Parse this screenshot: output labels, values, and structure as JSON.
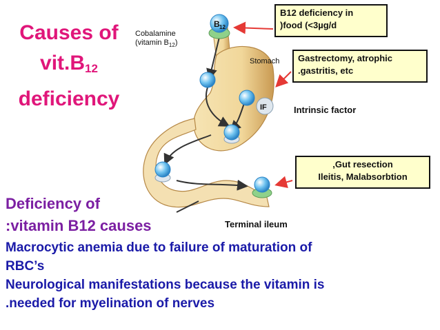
{
  "title": {
    "line1": "Causes of",
    "line2_main": "vit.B",
    "line2_sub": "12",
    "line3": "deficiency"
  },
  "diagram": {
    "cobalamine_label_1": "Cobalamine",
    "cobalamine_label_2": "(vitamin B",
    "cobalamine_label_2_sub": "12",
    "cobalamine_label_2_end": ")",
    "b12_badge_main": "B",
    "b12_badge_sub": "12",
    "stomach_label": "Stomach",
    "if_label": "IF",
    "colors": {
      "stomach_fill": "#f1d79a",
      "stomach_shade": "#c99a52",
      "intestine_fill": "#f4e0b2",
      "sphere": "#6fc3f0",
      "arrow_red": "#e53935",
      "box_fill": "#ffffcc"
    }
  },
  "callouts": {
    "b12_food_line1": "B12 deficiency in",
    "b12_food_line2": ")food (<3µg/d",
    "gastrectomy_line1": "Gastrectomy, atrophic",
    "gastrectomy_line2": ".gastritis, etc",
    "intrinsic_factor": "Intrinsic factor",
    "gut_line1": ",Gut resection",
    "gut_line2": "Ileitis, Malabsorbtion",
    "terminal_ileum": "Terminal ileum"
  },
  "deficiency": {
    "heading_line1": "Deficiency of",
    "heading_line2": ":vitamin B12 causes",
    "items": [
      "Macrocytic anemia due to failure of maturation of",
      "RBC’s",
      "Neurological manifestations because the vitamin is",
      ".needed for myelination of nerves"
    ]
  }
}
